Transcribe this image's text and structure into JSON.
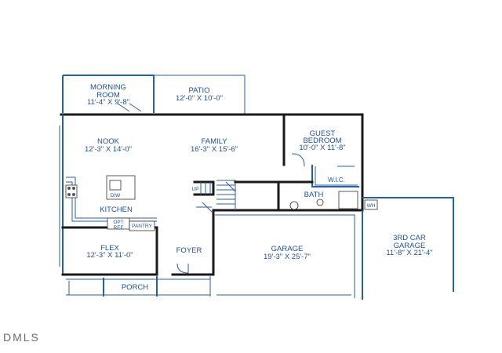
{
  "rooms": {
    "morning_room": {
      "name": "MORNING",
      "name2": "ROOM",
      "dims": "11'-4\" X 9'-8\""
    },
    "patio": {
      "name": "PATIO",
      "dims": "12'-0\" X 10'-0\""
    },
    "nook": {
      "name": "NOOK",
      "dims": "12'-3\" X 14'-0\""
    },
    "family": {
      "name": "FAMILY",
      "dims": "16'-3\" X 15'-6\""
    },
    "guest_bedroom": {
      "name": "GUEST",
      "name2": "BEDROOM",
      "dims": "10'-0\" X 11'-8\""
    },
    "wic": {
      "name": "W.I.C."
    },
    "bath": {
      "name": "BATH"
    },
    "kitchen": {
      "name": "KITCHEN"
    },
    "garage": {
      "name": "GARAGE",
      "dims": "19'-3\" X 25'-7\""
    },
    "third_garage": {
      "name": "3RD CAR",
      "name2": "GARAGE",
      "dims": "11'-8\" X 21'-4\""
    },
    "flex": {
      "name": "FLEX",
      "dims": "12'-3\" X 11'-0\""
    },
    "foyer": {
      "name": "FOYER"
    },
    "porch": {
      "name": "PORCH"
    }
  },
  "fixtures": {
    "up": "UP",
    "dw": "D/W",
    "opt_ref_1": "OPT",
    "opt_ref_2": "REF",
    "pantry": "PANTRY",
    "wh": "WH"
  },
  "watermark": "DMLS"
}
